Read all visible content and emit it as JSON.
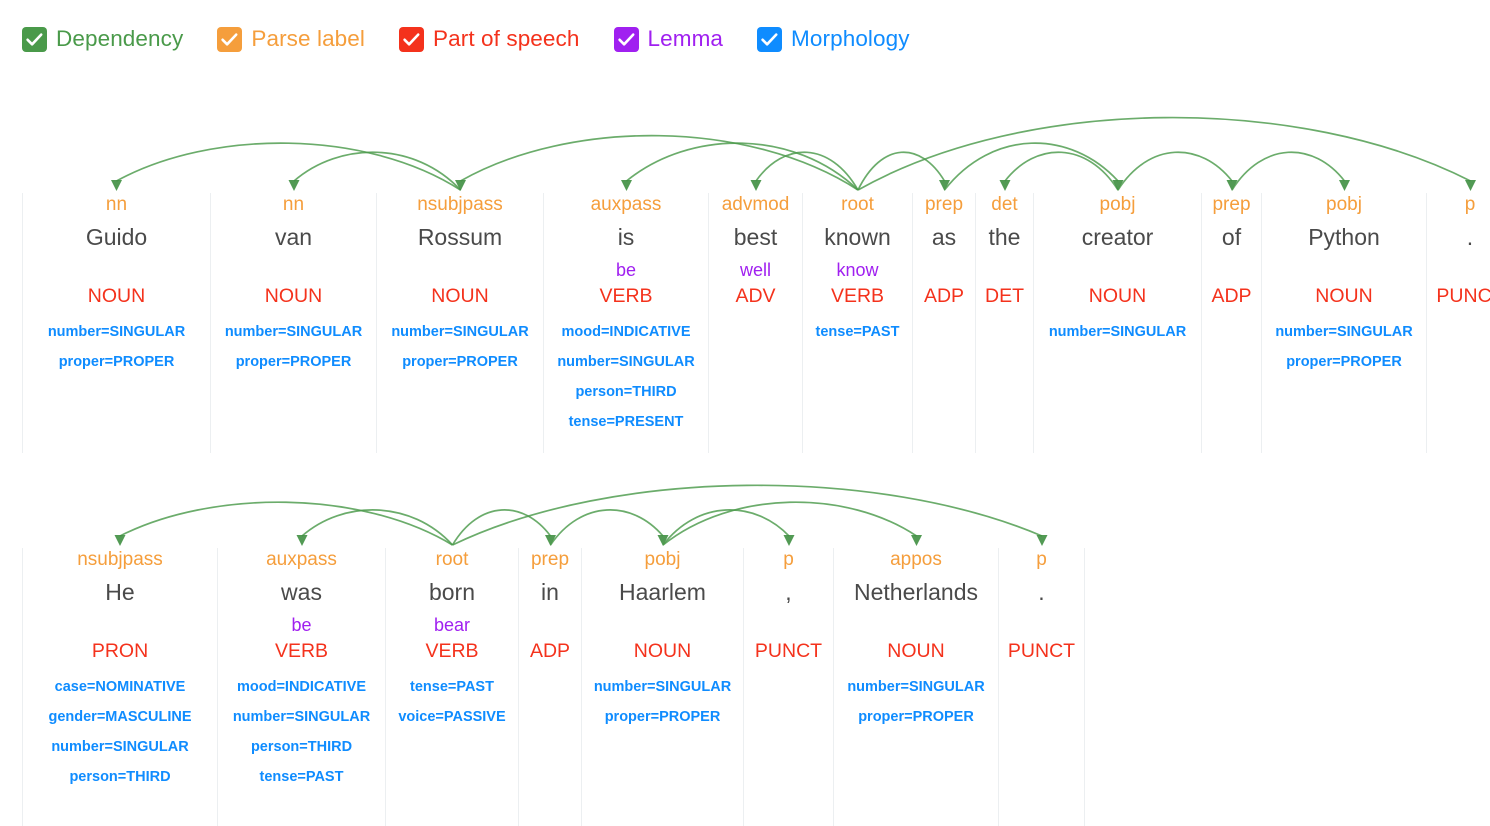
{
  "legend": {
    "items": [
      {
        "label": "Dependency",
        "color": "#4a9a4a",
        "icon": "checkbox-checked-icon",
        "checked": true
      },
      {
        "label": "Parse label",
        "color": "#f59e3c",
        "icon": "checkbox-checked-icon",
        "checked": true
      },
      {
        "label": "Part of speech",
        "color": "#f4321c",
        "icon": "checkbox-checked-icon",
        "checked": true
      },
      {
        "label": "Lemma",
        "color": "#a020f0",
        "icon": "checkbox-checked-icon",
        "checked": true
      },
      {
        "label": "Morphology",
        "color": "#0f8cff",
        "icon": "checkbox-checked-icon",
        "checked": true
      }
    ]
  },
  "colors": {
    "dependency": "#4a9a4a",
    "parse_label": "#f59e3c",
    "part_of_speech": "#f4321c",
    "lemma": "#a020f0",
    "morphology": "#0f8cff",
    "word": "#4a4a4a",
    "divider": "#eceff1",
    "background": "#ffffff"
  },
  "sentences": [
    {
      "id": "sentence-1",
      "text": "Guido van Rossum is best known as the creator of Python .",
      "root_index": 5,
      "tokens": [
        {
          "word": "Guido",
          "dep": "nn",
          "lemma": "",
          "pos": "NOUN",
          "morph": [
            "number=SINGULAR",
            "proper=PROPER"
          ],
          "width": 189,
          "head": 2
        },
        {
          "word": "van",
          "dep": "nn",
          "lemma": "",
          "pos": "NOUN",
          "morph": [
            "number=SINGULAR",
            "proper=PROPER"
          ],
          "width": 166,
          "head": 2
        },
        {
          "word": "Rossum",
          "dep": "nsubjpass",
          "lemma": "",
          "pos": "NOUN",
          "morph": [
            "number=SINGULAR",
            "proper=PROPER"
          ],
          "width": 167,
          "head": 5
        },
        {
          "word": "is",
          "dep": "auxpass",
          "lemma": "be",
          "pos": "VERB",
          "morph": [
            "mood=INDICATIVE",
            "number=SINGULAR",
            "person=THIRD",
            "tense=PRESENT"
          ],
          "width": 165,
          "head": 5
        },
        {
          "word": "best",
          "dep": "advmod",
          "lemma": "well",
          "pos": "ADV",
          "morph": [],
          "width": 94,
          "head": 5
        },
        {
          "word": "known",
          "dep": "root",
          "lemma": "know",
          "pos": "VERB",
          "morph": [
            "tense=PAST"
          ],
          "width": 110,
          "head": -1
        },
        {
          "word": "as",
          "dep": "prep",
          "lemma": "",
          "pos": "ADP",
          "morph": [],
          "width": 63,
          "head": 5
        },
        {
          "word": "the",
          "dep": "det",
          "lemma": "",
          "pos": "DET",
          "morph": [],
          "width": 58,
          "head": 8
        },
        {
          "word": "creator",
          "dep": "pobj",
          "lemma": "",
          "pos": "NOUN",
          "morph": [
            "number=SINGULAR"
          ],
          "width": 168,
          "head": 6
        },
        {
          "word": "of",
          "dep": "prep",
          "lemma": "",
          "pos": "ADP",
          "morph": [],
          "width": 60,
          "head": 8
        },
        {
          "word": "Python",
          "dep": "pobj",
          "lemma": "",
          "pos": "NOUN",
          "morph": [
            "number=SINGULAR",
            "proper=PROPER"
          ],
          "width": 165,
          "head": 9
        },
        {
          "word": ".",
          "dep": "p",
          "lemma": "",
          "pos": "PUNCT",
          "morph": [],
          "width": 87,
          "head": 5
        }
      ]
    },
    {
      "id": "sentence-2",
      "text": "He was born in Haarlem , Netherlands .",
      "root_index": 2,
      "tokens": [
        {
          "word": "He",
          "dep": "nsubjpass",
          "lemma": "",
          "pos": "PRON",
          "morph": [
            "case=NOMINATIVE",
            "gender=MASCULINE",
            "number=SINGULAR",
            "person=THIRD"
          ],
          "width": 196,
          "head": 2
        },
        {
          "word": "was",
          "dep": "auxpass",
          "lemma": "be",
          "pos": "VERB",
          "morph": [
            "mood=INDICATIVE",
            "number=SINGULAR",
            "person=THIRD",
            "tense=PAST"
          ],
          "width": 168,
          "head": 2
        },
        {
          "word": "born",
          "dep": "root",
          "lemma": "bear",
          "pos": "VERB",
          "morph": [
            "tense=PAST",
            "voice=PASSIVE"
          ],
          "width": 133,
          "head": -1
        },
        {
          "word": "in",
          "dep": "prep",
          "lemma": "",
          "pos": "ADP",
          "morph": [],
          "width": 63,
          "head": 2
        },
        {
          "word": "Haarlem",
          "dep": "pobj",
          "lemma": "",
          "pos": "NOUN",
          "morph": [
            "number=SINGULAR",
            "proper=PROPER"
          ],
          "width": 162,
          "head": 3
        },
        {
          "word": ",",
          "dep": "p",
          "lemma": "",
          "pos": "PUNCT",
          "morph": [],
          "width": 90,
          "head": 4
        },
        {
          "word": "Netherlands",
          "dep": "appos",
          "lemma": "",
          "pos": "NOUN",
          "morph": [
            "number=SINGULAR",
            "proper=PROPER"
          ],
          "width": 165,
          "head": 4
        },
        {
          "word": ".",
          "dep": "p",
          "lemma": "",
          "pos": "PUNCT",
          "morph": [],
          "width": 86,
          "head": 2
        }
      ]
    }
  ]
}
